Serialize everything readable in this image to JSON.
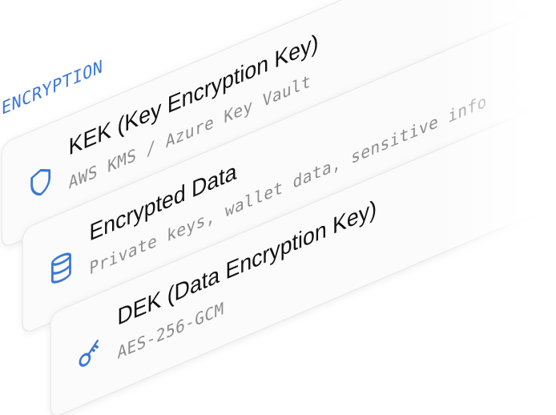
{
  "section": {
    "label": "ENCRYPTION"
  },
  "cards": [
    {
      "title": "KEK (Key Encryption Key)",
      "subtitle": "AWS KMS / Azure Key Vault",
      "icon": "shield-icon"
    },
    {
      "title": "Encrypted Data",
      "subtitle": "Private keys, wallet data, sensitive info",
      "icon": "database-icon"
    },
    {
      "title": "DEK (Data Encryption Key)",
      "subtitle": "AES-256-GCM",
      "icon": "key-icon"
    }
  ],
  "colors": {
    "accent": "#3b78d8",
    "title": "#111111",
    "subtitle": "#8c8c8c",
    "card": "#fbfbfb"
  }
}
